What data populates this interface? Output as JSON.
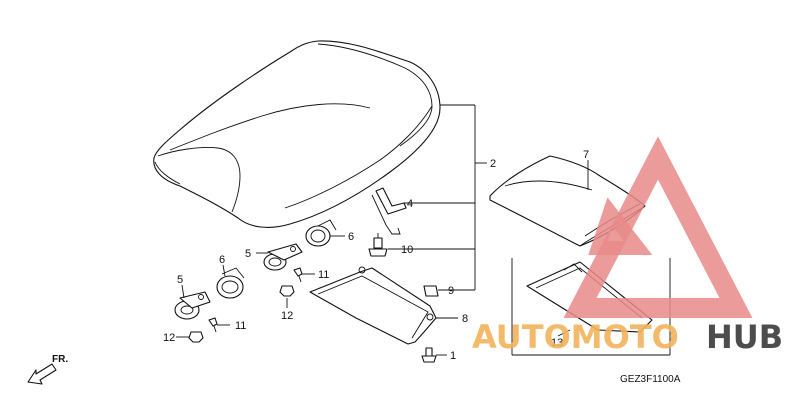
{
  "callouts": {
    "c1": "1",
    "c2": "2",
    "c4": "4",
    "c5a": "5",
    "c5b": "5",
    "c6a": "6",
    "c6b": "6",
    "c7": "7",
    "c8": "8",
    "c9": "9",
    "c10": "10",
    "c11a": "11",
    "c11b": "11",
    "c12a": "12",
    "c12b": "12",
    "c13": "13"
  },
  "diagram_code": "GEZ3F1100A",
  "direction_label": "FR.",
  "watermark": {
    "part_a": "AUTOMOTO",
    "part_b": "HUB",
    "colors": {
      "triangle": "#e98a8a",
      "orange": "#f3b35d",
      "dark": "#3a3a3a"
    }
  }
}
